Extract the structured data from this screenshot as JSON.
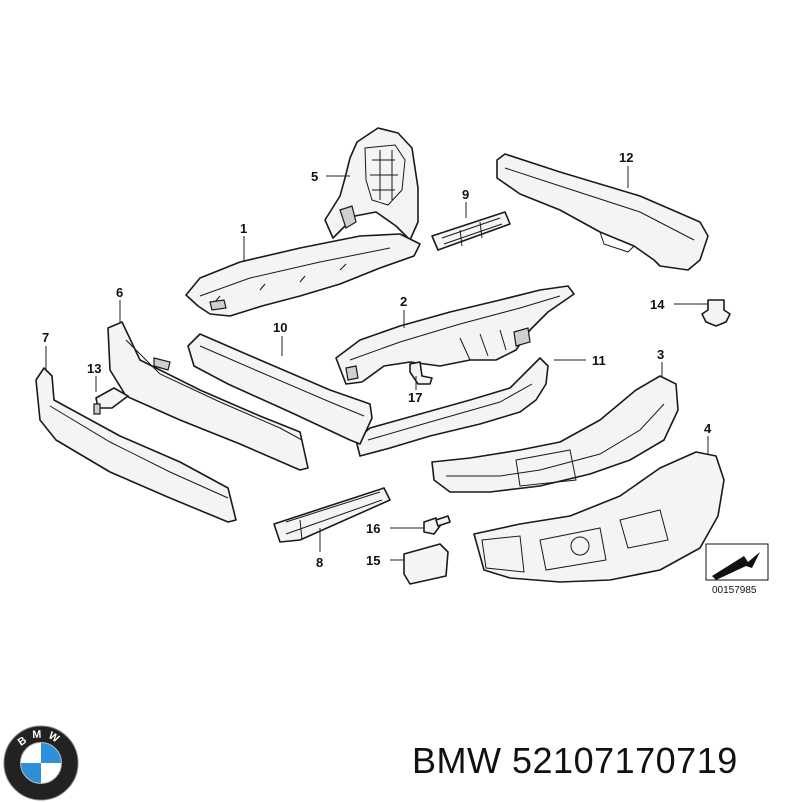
{
  "diagram": {
    "callouts": [
      "1",
      "2",
      "3",
      "4",
      "5",
      "6",
      "7",
      "8",
      "9",
      "10",
      "11",
      "12",
      "13",
      "14",
      "15",
      "16",
      "17"
    ],
    "reference_code": "00157985"
  },
  "footer": {
    "brand": "BMW",
    "part_number": "52107170719",
    "logo_letters": "BMW"
  }
}
